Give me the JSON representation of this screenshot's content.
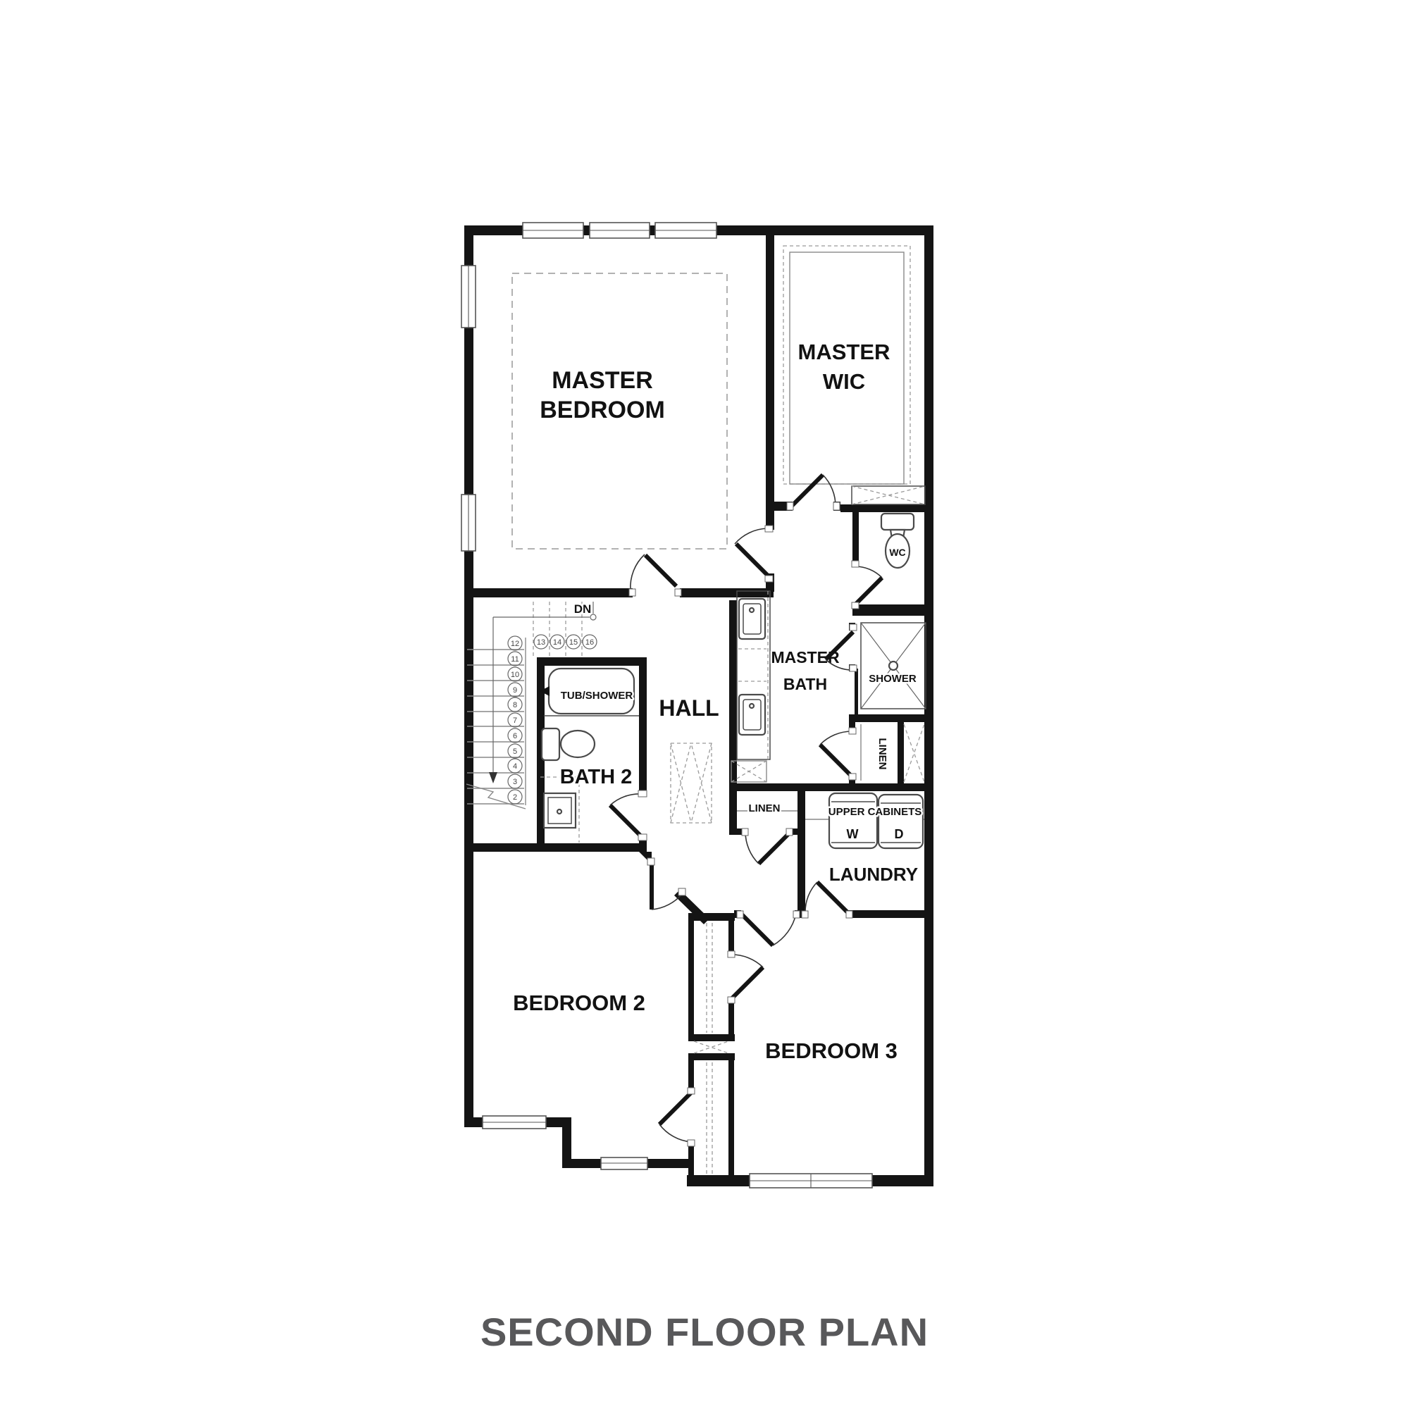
{
  "title": {
    "text": "SECOND FLOOR PLAN"
  },
  "rooms": {
    "master_bedroom": {
      "line1": "MASTER",
      "line2": "BEDROOM"
    },
    "master_wic": {
      "line1": "MASTER",
      "line2": "WIC"
    },
    "master_bath": {
      "line1": "MASTER",
      "line2": "BATH"
    },
    "hall": {
      "label": "HALL"
    },
    "bath2": {
      "label": "BATH 2"
    },
    "bedroom2": {
      "label": "BEDROOM 2"
    },
    "bedroom3": {
      "label": "BEDROOM 3"
    },
    "laundry": {
      "label": "LAUNDRY"
    }
  },
  "fixtures": {
    "wc_label": "WC",
    "shower_label": "SHOWER",
    "tub_shower_label": "TUB/SHOWER",
    "upper_cabinets_label": "UPPER CABINETS",
    "washer_label": "W",
    "dryer_label": "D",
    "linen_master_label": "LINEN",
    "linen_hall_label": "LINEN"
  },
  "stairs": {
    "direction_label": "DN",
    "risers": [
      "2",
      "3",
      "4",
      "5",
      "6",
      "7",
      "8",
      "9",
      "10",
      "11",
      "12",
      "13",
      "14",
      "15",
      "16"
    ]
  },
  "colors": {
    "walls": "#141414",
    "thin_lines": "#4a4a4a",
    "dashed_lines": "#999999",
    "text": "#121212",
    "title_text": "#58585a",
    "background": "#ffffff"
  }
}
